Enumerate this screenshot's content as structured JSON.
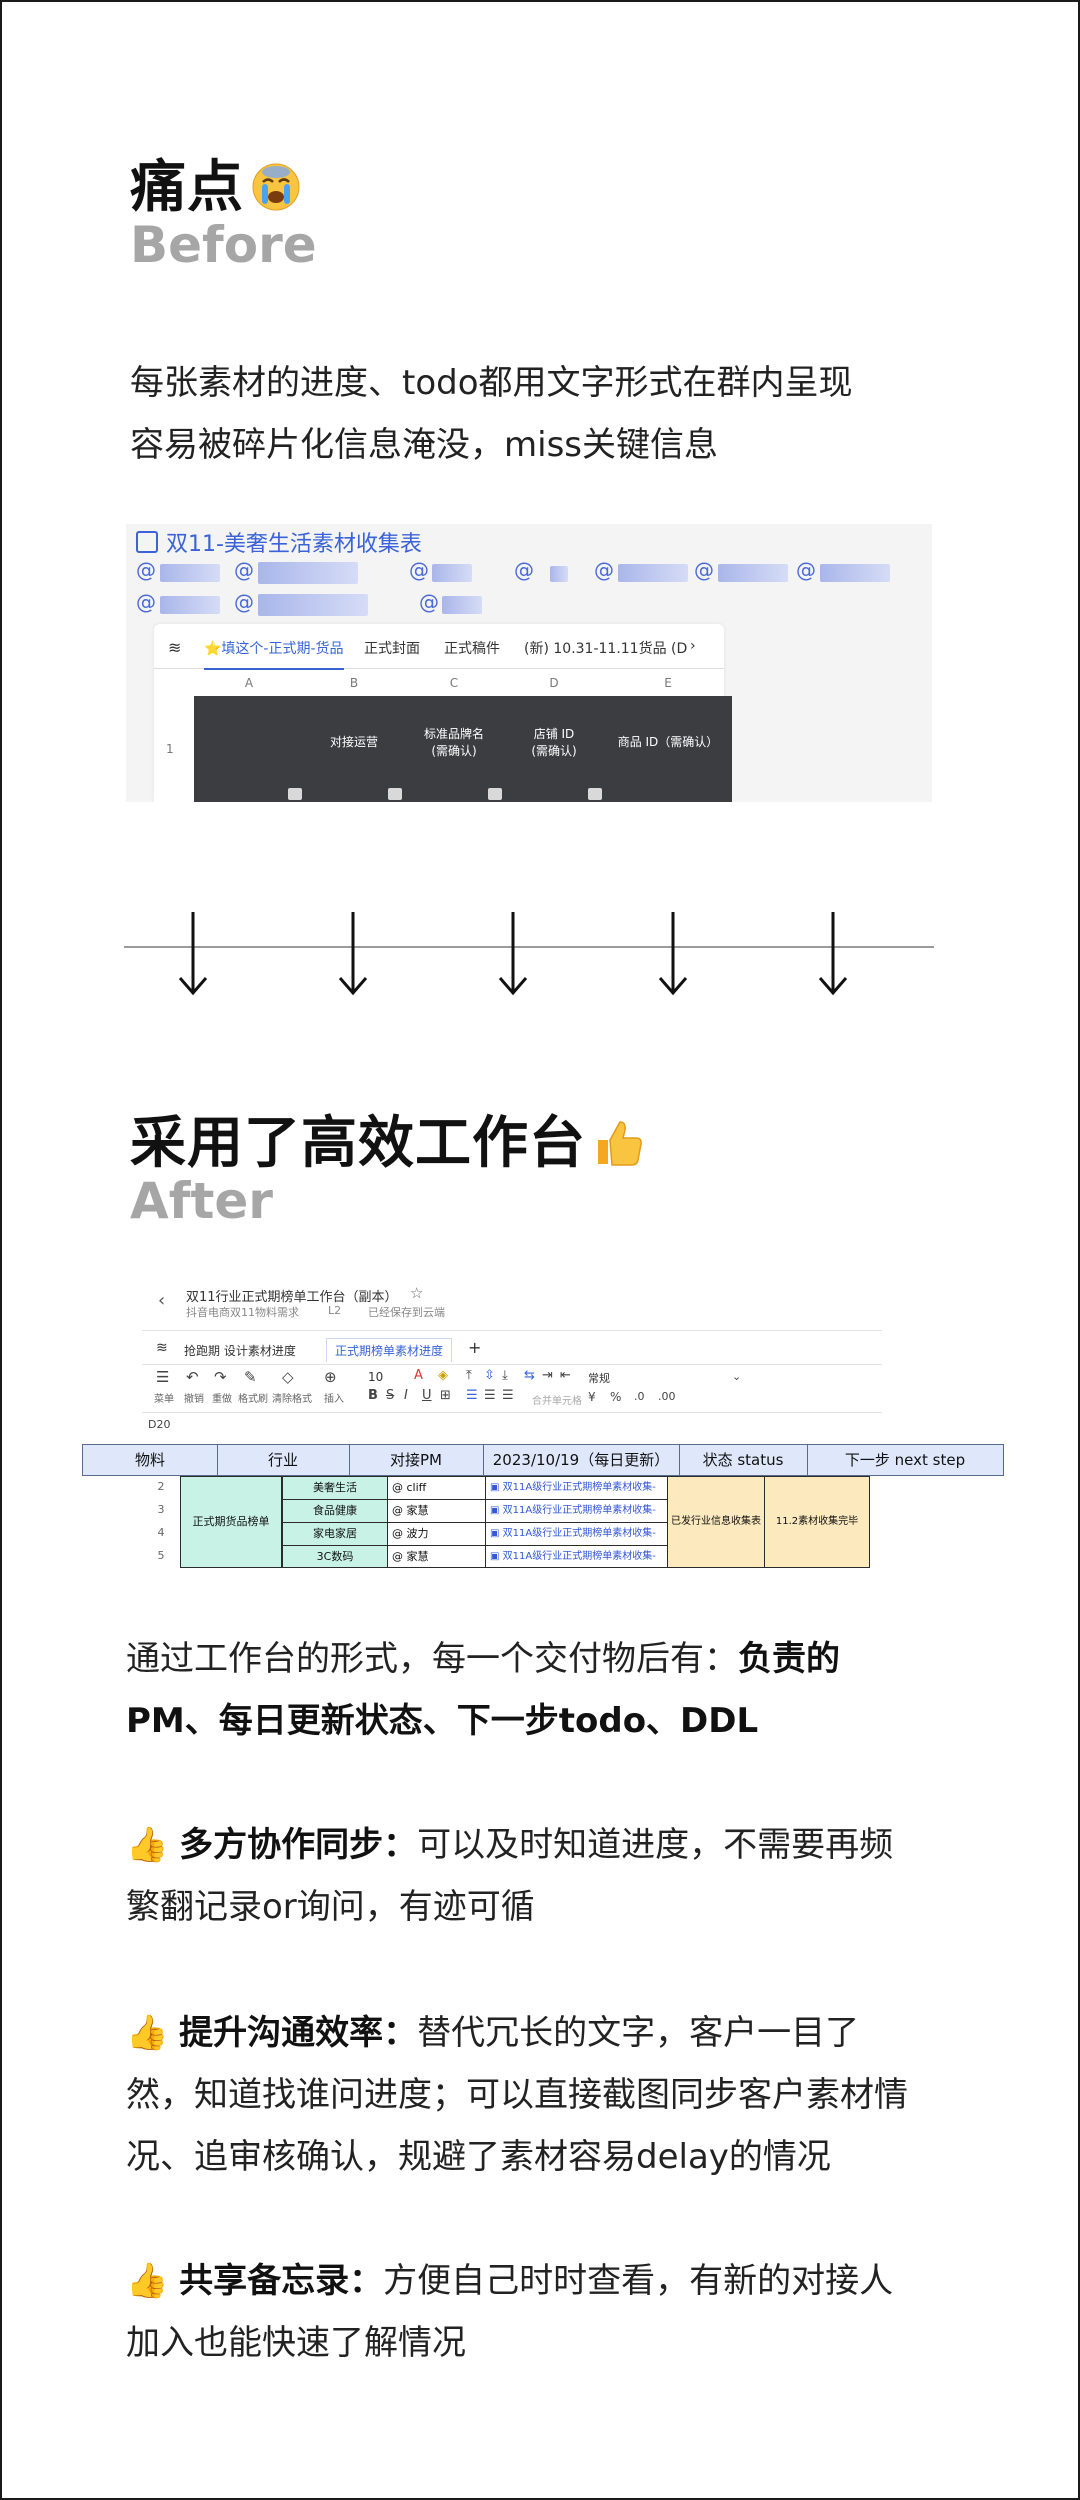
{
  "section1": {
    "title": "痛点",
    "subtitle": "Before",
    "lines": [
      "每张素材的进度、todo都用文字形式在群内呈现",
      "容易被碎片化信息淹没，miss关键信息"
    ]
  },
  "screenshot1": {
    "doc_title": "双11-美奢生活素材收集表",
    "mention_prefix": "@",
    "tabs": [
      "⭐填这个-正式期-货品",
      "正式封面",
      "正式稿件",
      "(新) 10.31-11.11货品 (D"
    ],
    "columns": [
      "A",
      "B",
      "C",
      "D",
      "E"
    ],
    "row_number": "1",
    "headers": [
      "对接运营",
      "标准品牌名\n(需确认)",
      "店铺 ID\n(需确认)",
      "商品 ID（需确认）"
    ]
  },
  "section2": {
    "title": "采用了高效工作台",
    "subtitle": "After"
  },
  "screenshot2": {
    "doc_title": "双11行业正式期榜单工作台（副本）",
    "breadcrumb": "抖音电商双11物料需求",
    "level": "L2",
    "saved": "已经保存到云端",
    "tabs": [
      "抢跑期 设计素材进度",
      "正式期榜单素材进度"
    ],
    "toolbar": {
      "font_size": "10",
      "format": "常规",
      "labels": [
        "菜单",
        "撤销",
        "重做",
        "格式刷",
        "清除格式",
        "插入",
        "合并单元格"
      ]
    },
    "cell_ref": "D20",
    "header": [
      "物料",
      "行业",
      "对接PM",
      "2023/10/19（每日更新）",
      "状态 status",
      "下一步 next step"
    ],
    "row_numbers": [
      "2",
      "3",
      "4",
      "5"
    ],
    "material": "正式期货品榜单",
    "industries": [
      "美奢生活",
      "食品健康",
      "家电家居",
      "3C数码"
    ],
    "pms": [
      "@ cliff",
      "@ 家慧",
      "@ 波力",
      "@ 家慧"
    ],
    "update_link": "双11A级行业正式期榜单素材收集-",
    "status": "已发行业信息收集表",
    "next_step": "11.2素材收集完毕"
  },
  "section3": {
    "intro_plain": "通过工作台的形式，每一个交付物后有：",
    "intro_bold_1": "负责的",
    "intro_bold_2": "PM、每日更新状态、下一步todo、DDL",
    "points": [
      {
        "emoji": "👍",
        "title": "多方协作同步：",
        "line1": "可以及时知道进度，不需要再频",
        "line2": "繁翻记录or询问，有迹可循"
      },
      {
        "emoji": "👍",
        "title": "提升沟通效率：",
        "line1": "替代冗长的文字，客户一目了",
        "line2": "然，知道找谁问进度；可以直接截图同步客户素材情",
        "line3": "况、追审核确认，规避了素材容易delay的情况"
      },
      {
        "emoji": "👍",
        "title": "共享备忘录：",
        "line1": "方便自己时时查看，有新的对接人",
        "line2": "加入也能快速了解情况"
      }
    ]
  }
}
